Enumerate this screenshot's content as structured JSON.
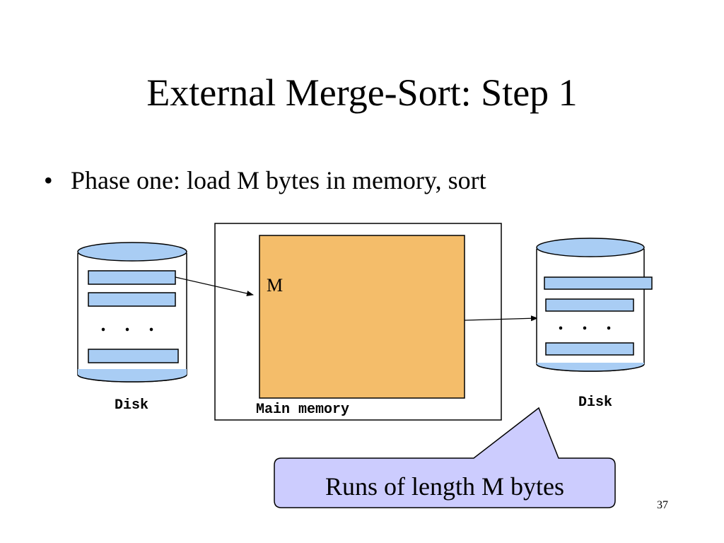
{
  "slide": {
    "title": "External Merge-Sort: Step 1",
    "bullet": "Phase one: load M bytes in memory, sort",
    "page_number": "37"
  },
  "diagram": {
    "left_disk_label": "Disk",
    "right_disk_label": "Disk",
    "main_memory_label": "Main memory",
    "memory_buffer_label": "M",
    "ellipsis": ". . .",
    "callout": "Runs of length M bytes",
    "colors": {
      "disk_fill": "#a9cdf4",
      "buffer_fill": "#f4bd6a",
      "callout_fill": "#ccccfe",
      "stroke": "#000000"
    }
  }
}
